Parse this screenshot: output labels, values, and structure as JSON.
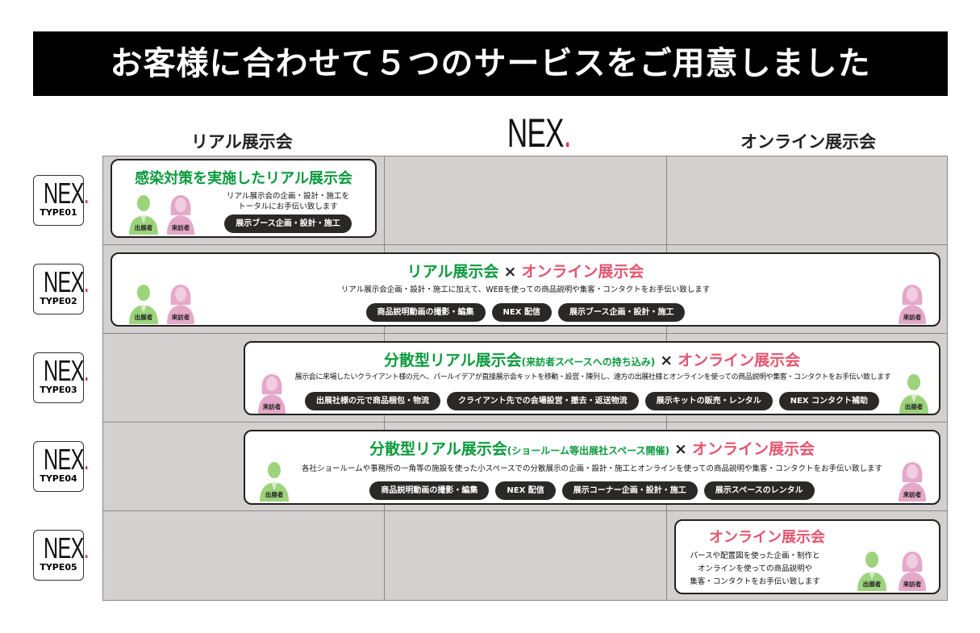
{
  "title": "お客様に合わせて５つのサービスをご用意しました",
  "columns": {
    "real": "リアル展示会",
    "online": "オンライン展示会"
  },
  "logo": {
    "n": "N",
    "e": "E",
    "x": "X",
    "dot": "."
  },
  "types": [
    "TYPE01",
    "TYPE02",
    "TYPE03",
    "TYPE04",
    "TYPE05"
  ],
  "labels": {
    "exhibitor": "出展者",
    "visitor": "来訪者",
    "times": "×"
  },
  "colors": {
    "green": "#0a9a3c",
    "pink": "#e35670",
    "exhibitor": "#9cd37c",
    "visitor": "#e4a8c8"
  },
  "cards": [
    {
      "title": "感染対策を実施したリアル展示会",
      "desc": [
        "リアル展示会の企画・設計・施工を",
        "トータルにお手伝い致します"
      ],
      "pills": [
        "展示ブース企画・設計・施工"
      ]
    },
    {
      "title_real": "リアル展示会",
      "title_online": "オンライン展示会",
      "desc": "リアル展示会企画・設計・施工に加えて、WEBを使っての商品説明や集客・コンタクトをお手伝い致します",
      "pills": [
        "商品説明動画の撮影・編集",
        "NEX 配信",
        "展示ブース企画・設計・施工"
      ]
    },
    {
      "title_real": "分散型リアル展示会",
      "title_sub": "(来訪者スペースへの持ち込み)",
      "title_online": "オンライン展示会",
      "desc": "展示会に来場したいクライアント様の元へ、パールイデアが直接展示会キットを移動・設営・陳列し、遠方の出展社様とオンラインを使っての商品説明や集客・コンタクトをお手伝い致します",
      "pills": [
        "出展社様の元で商品梱包・物流",
        "クライアント先での会場設営・撤去・返送物流",
        "展示キットの販売・レンタル",
        "NEX コンタクト補助"
      ]
    },
    {
      "title_real": "分散型リアル展示会",
      "title_sub": "(ショールーム等出展社スペース開催)",
      "title_online": "オンライン展示会",
      "desc": "各社ショールームや事務所の一角等の施設を使った小スペースでの分散展示の企画・設計・施工とオンラインを使っての商品説明や集客・コンタクトをお手伝い致します",
      "pills": [
        "商品説明動画の撮影・編集",
        "NEX 配信",
        "展示コーナー企画・設計・施工",
        "展示スペースのレンタル"
      ]
    },
    {
      "title_online": "オンライン展示会",
      "desc": [
        "パースや配置図を使った企画・制作と",
        "オンラインを使っての商品説明や",
        "集客・コンタクトをお手伝い致します"
      ]
    }
  ]
}
